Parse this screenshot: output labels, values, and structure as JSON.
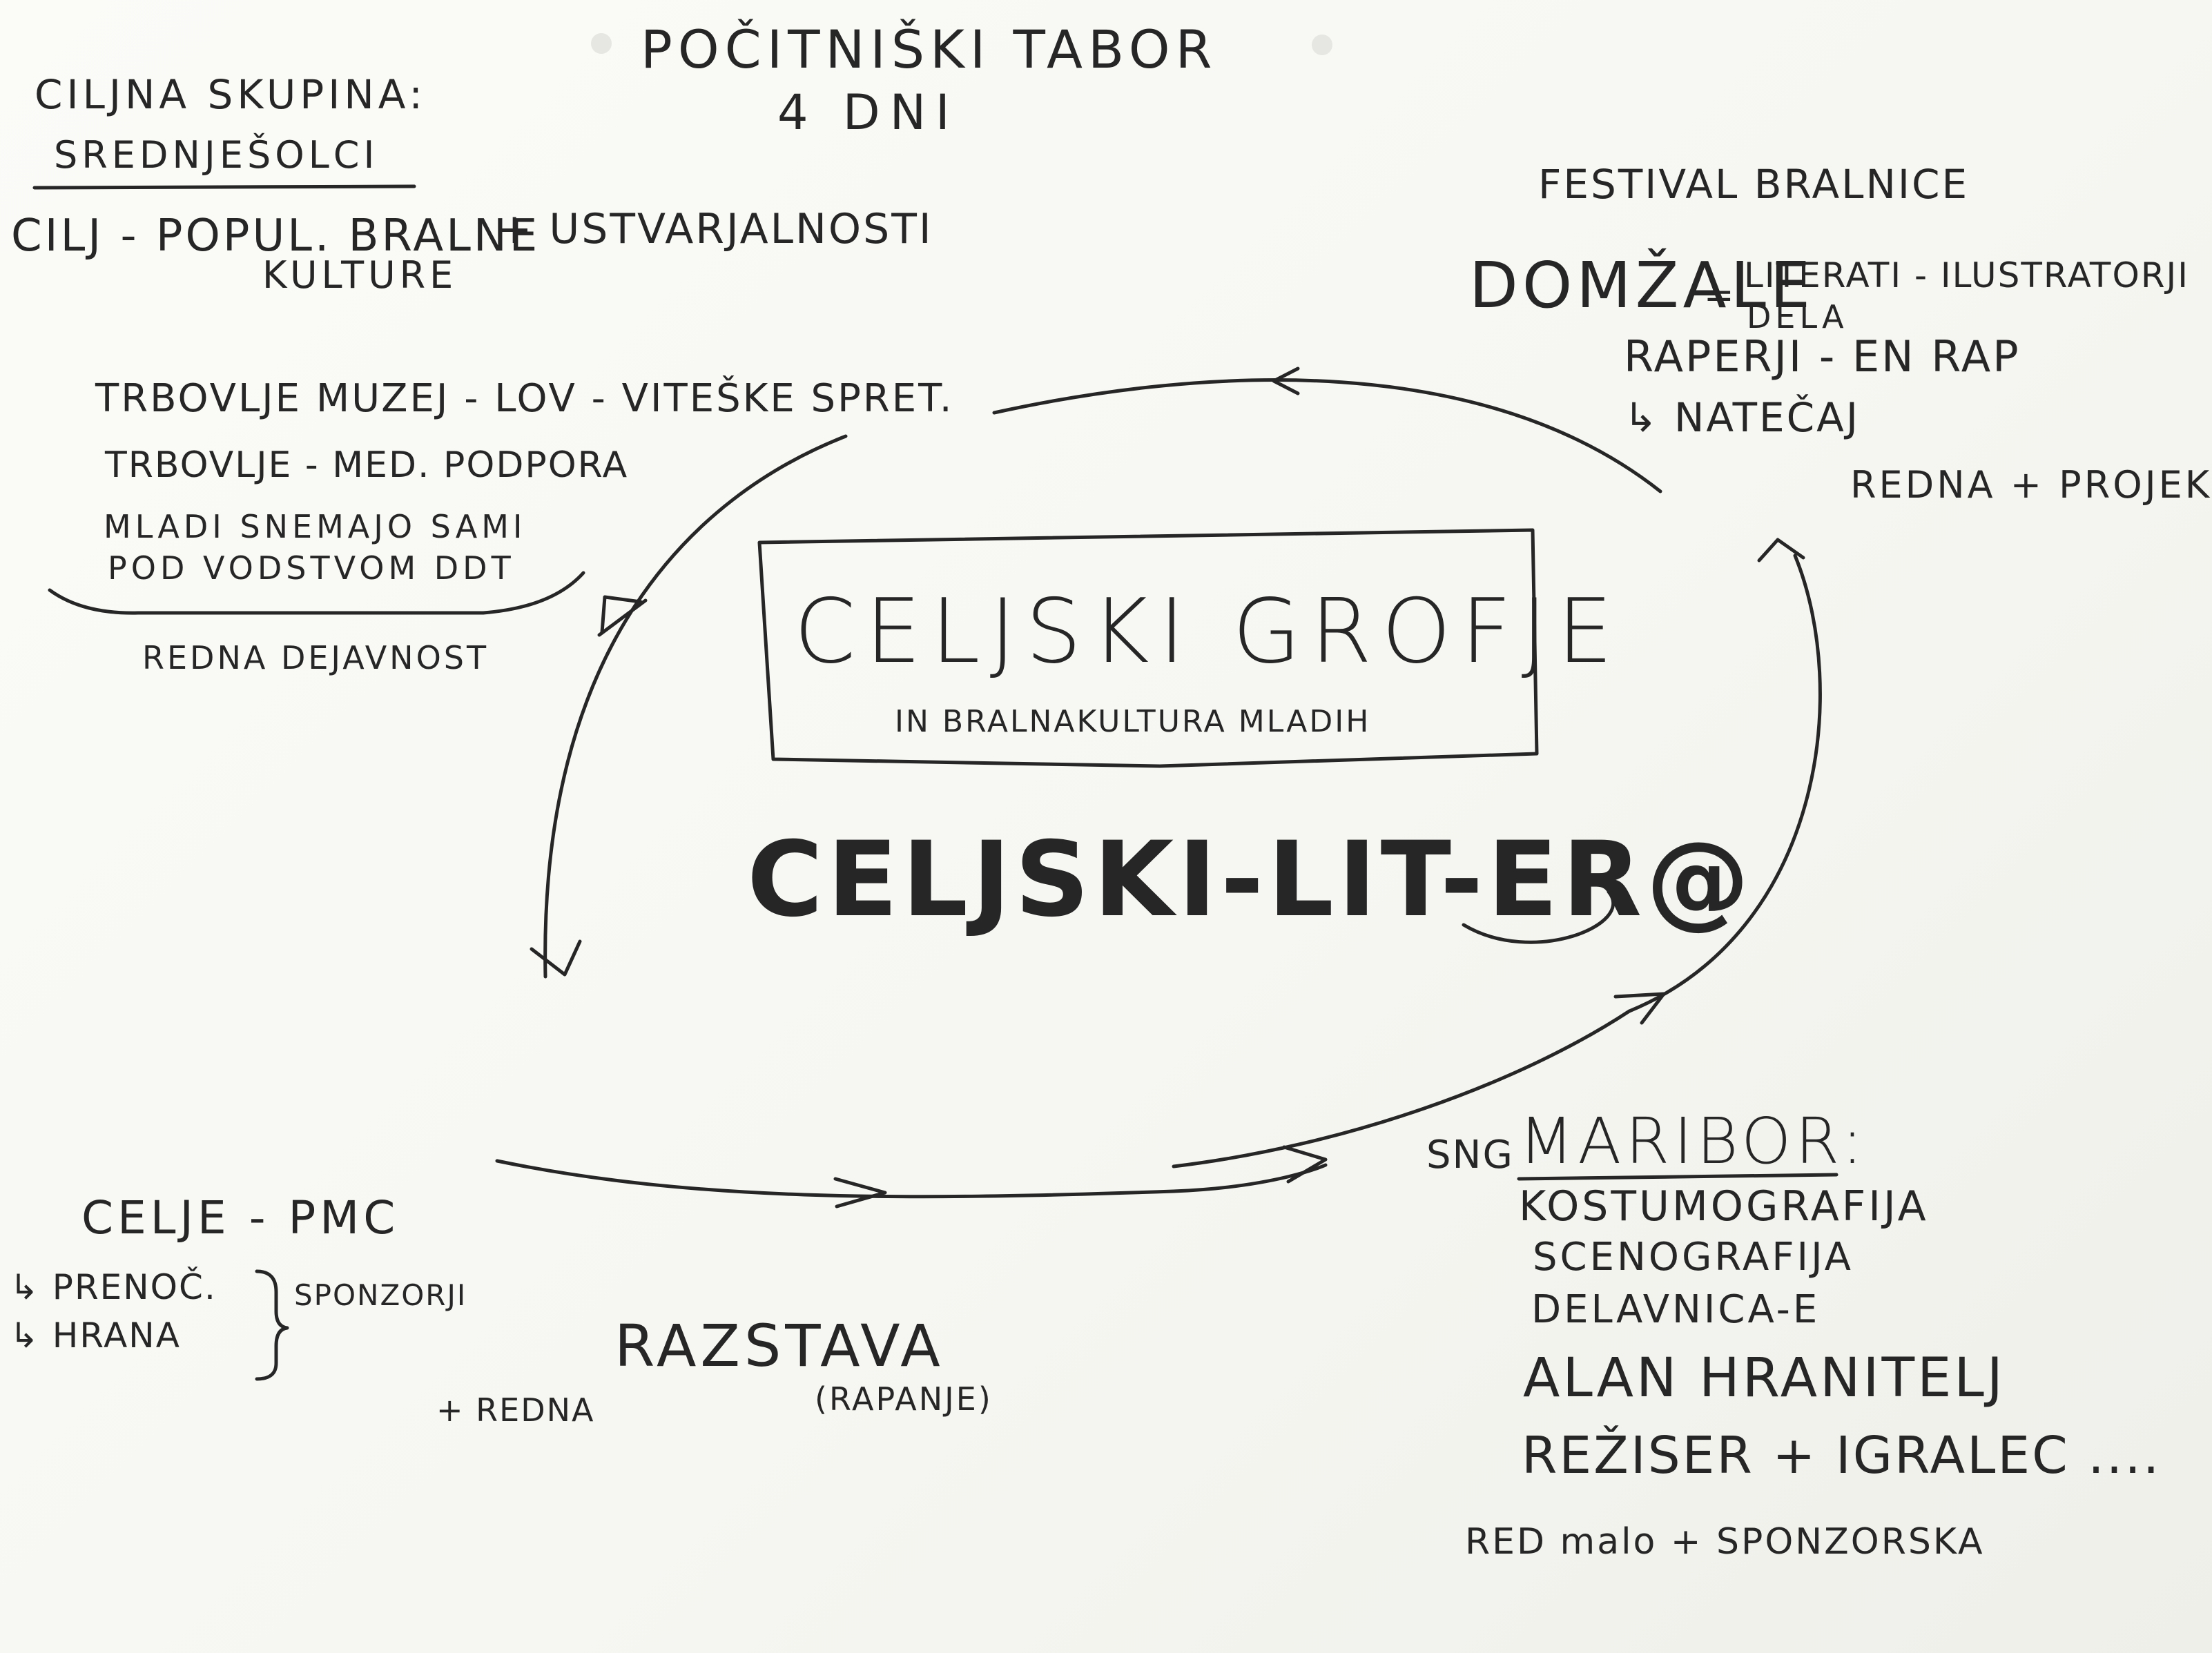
{
  "top": {
    "title_line1": "POČITNIŠKI TABOR",
    "title_line2": "4 DNI",
    "target_label": "CILJNA SKUPINA:",
    "target_value": "SREDNJEŠOLCI",
    "goal_line1": "CILJ - POPUL. BRALNE",
    "goal_line2": "KULTURE",
    "goal_extra": "+ USTVARJALNOSTI"
  },
  "center": {
    "box_title": "CELJSKI GROFJE",
    "box_subtitle": "IN BRALNAKULTURA MLADIH",
    "brand": "CELJSKI-LIT-ER@"
  },
  "top_left": {
    "line1": "TRBOVLJE MUZEJ - LOV - VITEŠKE SPRET.",
    "line2": "TRBOVLJE - MED. PODPORA",
    "line3": "MLADI SNEMAJO SAMI",
    "line4": "POD VODSTVOM DDT",
    "footer": "REDNA DEJAVNOST"
  },
  "top_right": {
    "header": "FESTIVAL BRALNICE",
    "city": "DOMŽALE",
    "equals": "=",
    "item1": "LITERATI - ILUSTRATORJI",
    "item1b": "DELA",
    "item2": "RAPERJI - EN RAP",
    "item3": "↳ NATEČAJ",
    "footer": "REDNA + PROJEK"
  },
  "bottom_left": {
    "title": "CELJE - PMC",
    "item1": "↳ PRENOČ.",
    "item2": "↳ HRANA",
    "brace_label": "SPONZORJI",
    "extra": "+ REDNA"
  },
  "bottom_center": {
    "title": "RAZSTAVA",
    "sub": "(RAPANJE)"
  },
  "bottom_right": {
    "prefix": "SNG",
    "title": "MARIBOR:",
    "item1": "KOSTUMOGRAFIJA",
    "item2": "SCENOGRAFIJA",
    "item3": "DELAVNICA-E",
    "item4": "ALAN HRANITELJ",
    "item5": "REŽISER + IGRALEC ....",
    "footer": "RED malo + SPONZORSKA"
  }
}
